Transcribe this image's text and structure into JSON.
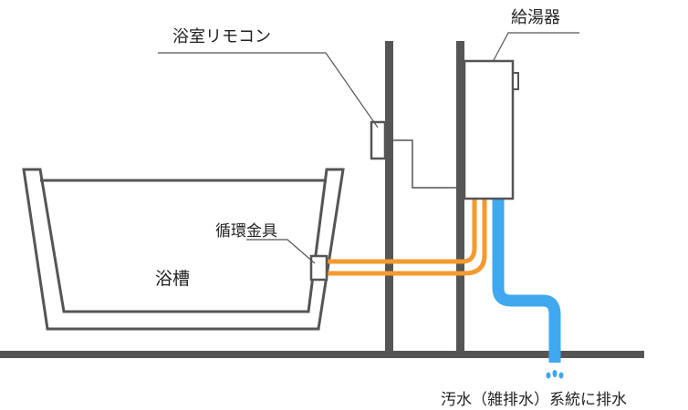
{
  "labels": {
    "remote": "浴室リモコン",
    "water_heater": "給湯器",
    "fitting": "循環金具",
    "bathtub": "浴槽",
    "drain": "汚水（雑排水）系統に排水"
  },
  "colors": {
    "structure": "#555555",
    "hot_water_pipe": "#F49A2E",
    "drain_pipe": "#3FA8EE",
    "text": "#222222",
    "background": "#FFFFFF"
  }
}
